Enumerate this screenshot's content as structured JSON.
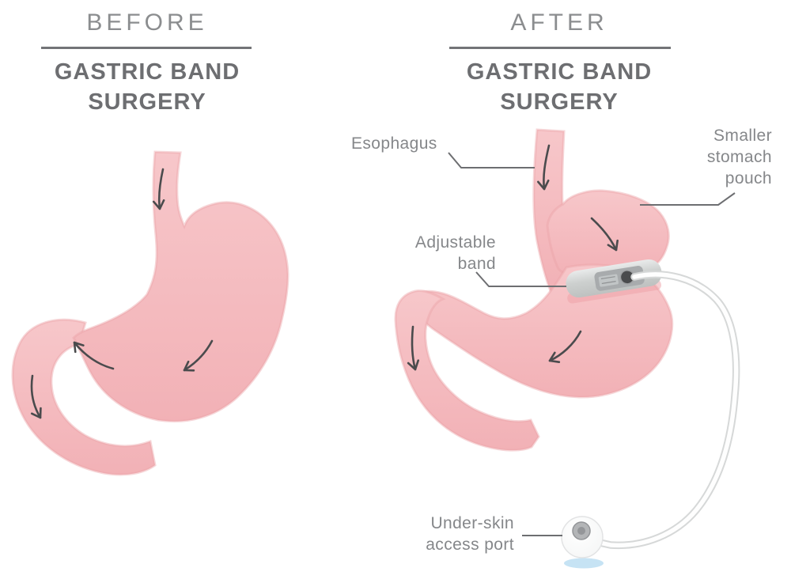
{
  "panels": {
    "before": {
      "title": "BEFORE",
      "heading": "GASTRIC BAND SURGERY"
    },
    "after": {
      "title": "AFTER",
      "heading": "GASTRIC BAND SURGERY"
    }
  },
  "labels": {
    "esophagus": "Esophagus",
    "smaller_stomach_pouch": "Smaller stomach pouch",
    "adjustable_band": "Adjustable band",
    "under_skin_access_port": "Under-skin access port"
  },
  "icons": {
    "flow_arrow": "curved chevron-tipped arrow indicating food flow direction"
  },
  "colors": {
    "stomach_pink": "#F5BEC1",
    "stomach_pink_edge": "#ECA3A9",
    "band_gray": "#CDD0CF",
    "band_highlight": "#E8EAEA",
    "buckle_gray": "#A8ABAD",
    "buckle_pin_dark": "#4A4B4D",
    "arrow_gray": "#4A4B4D",
    "leader_line_gray": "#6D6E71",
    "title_gray": "#8B8D8F",
    "heading_gray": "#6D6E71",
    "label_gray": "#85878A",
    "tube_outline": "#D6D8D8",
    "port_shadow_blue": "#C6E3F4"
  }
}
